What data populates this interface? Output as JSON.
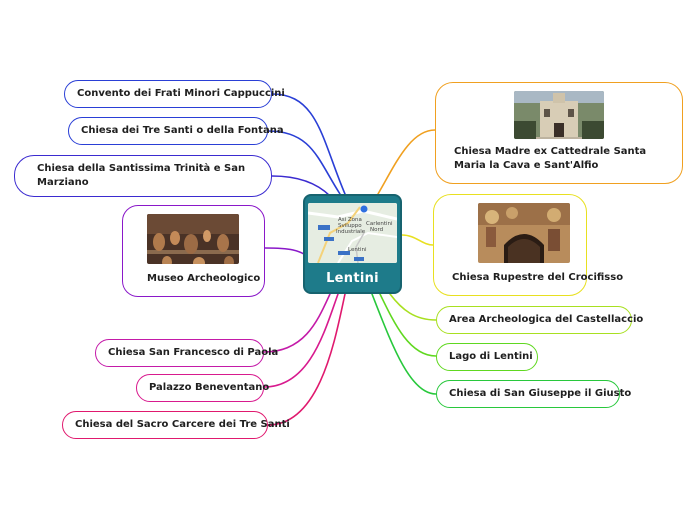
{
  "center": {
    "title": "Lentini",
    "map_labels": [
      "Asi Zona",
      "Sviluppo",
      "Industriale",
      "Carlentini",
      "Nord",
      "Lentini"
    ]
  },
  "left_nodes": [
    {
      "id": "convento",
      "label": "Convento dei Frati Minori Cappuccini",
      "color": "#2a3fd6"
    },
    {
      "id": "tre-santi-fontana",
      "label": "Chiesa dei Tre Santi o della Fontana",
      "color": "#2a3fd6"
    },
    {
      "id": "santissima-trinita",
      "label": "Chiesa della Santissima Trinità e San Marziano",
      "color": "#3b2bd0"
    },
    {
      "id": "museo",
      "label": "Museo Archeologico",
      "color": "#8a18c9"
    },
    {
      "id": "san-francesco",
      "label": "Chiesa San Francesco di Paola",
      "color": "#c41aa8"
    },
    {
      "id": "beneventano",
      "label": "Palazzo Beneventano",
      "color": "#d81a8e"
    },
    {
      "id": "sacro-carcere",
      "label": "Chiesa del Sacro Carcere dei Tre Santi",
      "color": "#e0196e"
    }
  ],
  "right_nodes": [
    {
      "id": "chiesa-madre",
      "label": "Chiesa Madre ex Cattedrale Santa Maria la Cava e Sant'Alfio",
      "color": "#f0a020"
    },
    {
      "id": "crocifisso",
      "label": "Chiesa Rupestre del Crocifisso",
      "color": "#e8e020"
    },
    {
      "id": "castellaccio",
      "label": "Area Archeologica del Castellaccio",
      "color": "#a8e020"
    },
    {
      "id": "lago",
      "label": "Lago di Lentini",
      "color": "#60d820"
    },
    {
      "id": "san-giuseppe",
      "label": "Chiesa di San Giuseppe il Giusto",
      "color": "#28c83c"
    }
  ]
}
